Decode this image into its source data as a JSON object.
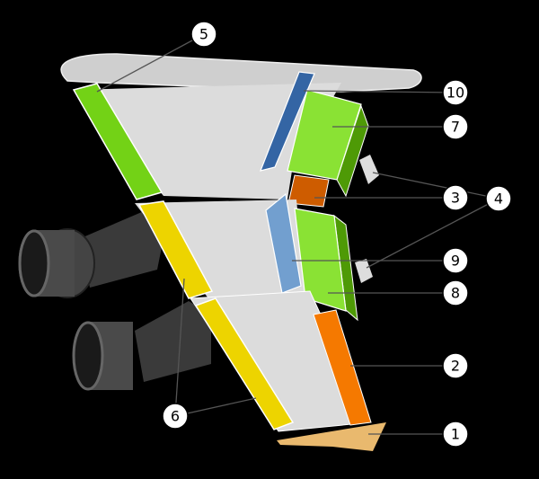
{
  "diagram": {
    "labels": {
      "l1": "1",
      "l2": "2",
      "l3": "3",
      "l4": "4",
      "l5": "5",
      "l6": "6",
      "l7": "7",
      "l8": "8",
      "l9": "9",
      "l10": "10"
    },
    "colors": {
      "background": "#000000",
      "wing": "#dcdcdc",
      "leading_edge_green": "#73d216",
      "slat_yellow": "#edd400",
      "spoiler_dark_blue": "#3465a4",
      "spoiler_light_blue": "#729fcf",
      "flap_green": "#8ae234",
      "flap_dark_green": "#4e9a06",
      "orange_dark": "#ce5c00",
      "aileron_orange": "#f57900",
      "tab_tan": "#e9b96e",
      "engine": "#3a3a3a"
    }
  }
}
